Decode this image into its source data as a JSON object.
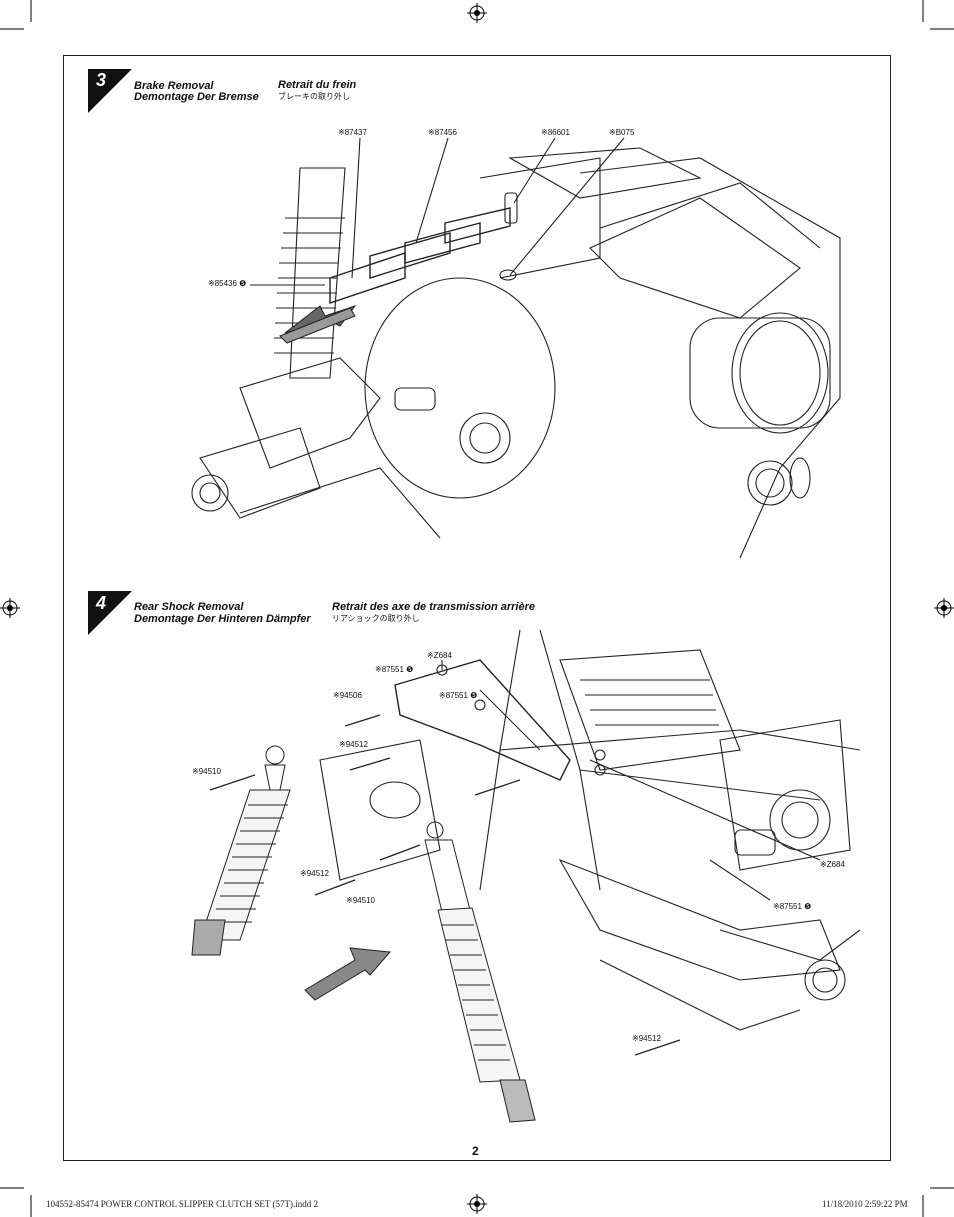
{
  "section3": {
    "number": "3",
    "title_en": "Brake Removal",
    "title_de": "Demontage Der Bremse",
    "title_fr": "Retrait du frein",
    "title_jp": "ブレーキの取り外し",
    "parts": [
      "※87437",
      "※87456",
      "※86601",
      "※B075",
      "※85436 ❺"
    ]
  },
  "section4": {
    "number": "4",
    "title_en": "Rear Shock Removal",
    "title_de": "Demontage Der Hinteren Dämpfer",
    "title_fr": "Retrait des axe de transmission arrière",
    "title_jp": "リアショックの取り外し",
    "parts": [
      "※Z684",
      "※87551 ❺",
      "※94506",
      "※87551 ❺",
      "※94512",
      "※94510",
      "※94512",
      "※94510",
      "※Z684",
      "※87551 ❺",
      "※94512"
    ]
  },
  "page_number": "2",
  "footer": {
    "file": "104552-85474  POWER CONTROL SLIPPER CLUTCH SET (57T).indd   2",
    "date": "11/18/2010   2:59:22 PM"
  }
}
